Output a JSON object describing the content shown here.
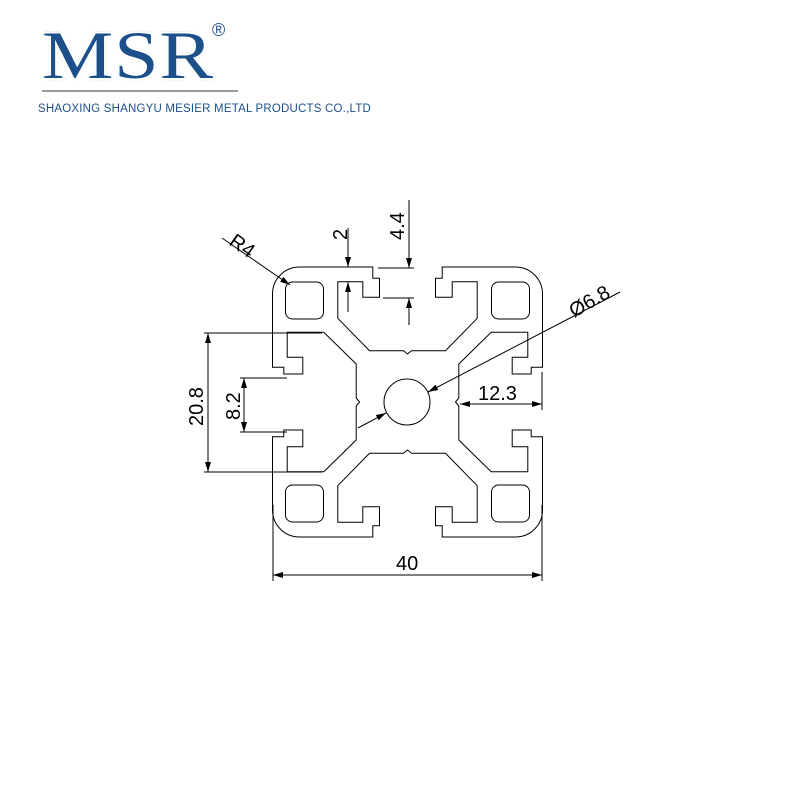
{
  "logo": {
    "brand": "MSR",
    "registered_mark": "®"
  },
  "company_name": "SHAOXING SHANGYU MESIER METAL PRODUCTS CO.,LTD",
  "drawing": {
    "dimensions": {
      "radius": "R4",
      "lip_thickness": "2",
      "slot_depth": "4.4",
      "bore_diameter": "Ø6.8",
      "core_offset": "12.3",
      "slot_outer_width": "20.8",
      "slot_opening": "8.2",
      "overall_width": "40"
    },
    "line_color": "#000000"
  }
}
